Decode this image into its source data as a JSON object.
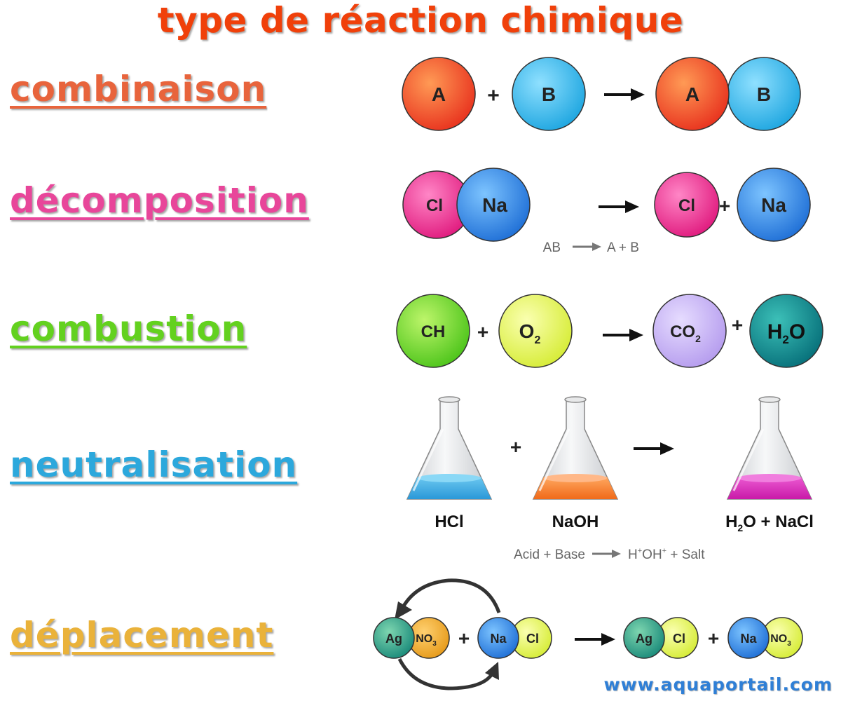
{
  "title": "type de réaction chimique",
  "colors": {
    "title": "#f0400a",
    "combinaison": "#e8643c",
    "decomposition": "#e8469a",
    "combustion": "#63d11f",
    "neutralisation": "#2ca8dc",
    "deplacement": "#eab23a",
    "watermark": "#2f7fd6"
  },
  "reactions": {
    "combinaison": {
      "label": "combinaison",
      "r1": "A",
      "plus1": "+",
      "r2": "B",
      "p1": "A",
      "p2": "B"
    },
    "decomposition": {
      "label": "décomposition",
      "r1": "Cl",
      "r2": "Na",
      "p1": "Cl",
      "plus": "+",
      "p2": "Na",
      "eq_left": "AB",
      "eq_right": "A + B"
    },
    "combustion": {
      "label": "combustion",
      "r1": "CH",
      "plus1": "+",
      "r2_main": "O",
      "r2_sub": "2",
      "p1_main": "CO",
      "p1_sub": "2",
      "plus2": "+",
      "p2_pre": "H",
      "p2_sub": "2",
      "p2_post": "O"
    },
    "neutralisation": {
      "label": "neutralisation",
      "flask1": "HCl",
      "plus": "+",
      "flask2": "NaOH",
      "flask3_pre": "H",
      "flask3_sub": "2",
      "flask3_post": "O + NaCl",
      "eq_left": "Acid + Base",
      "eq_right_pre": "H",
      "eq_right_sup1": "+",
      "eq_right_mid": "OH",
      "eq_right_sup2": "+",
      "eq_right_post": " + Salt"
    },
    "deplacement": {
      "label": "déplacement",
      "r1a": "Ag",
      "r1b_main": "NO",
      "r1b_sub": "3",
      "plus1": "+",
      "r2a": "Na",
      "r2b": "Cl",
      "p1a": "Ag",
      "p1b": "Cl",
      "plus2": "+",
      "p2a": "Na",
      "p2b_main": "NO",
      "p2b_sub": "3"
    }
  },
  "watermark": "www.aquaportail.com"
}
